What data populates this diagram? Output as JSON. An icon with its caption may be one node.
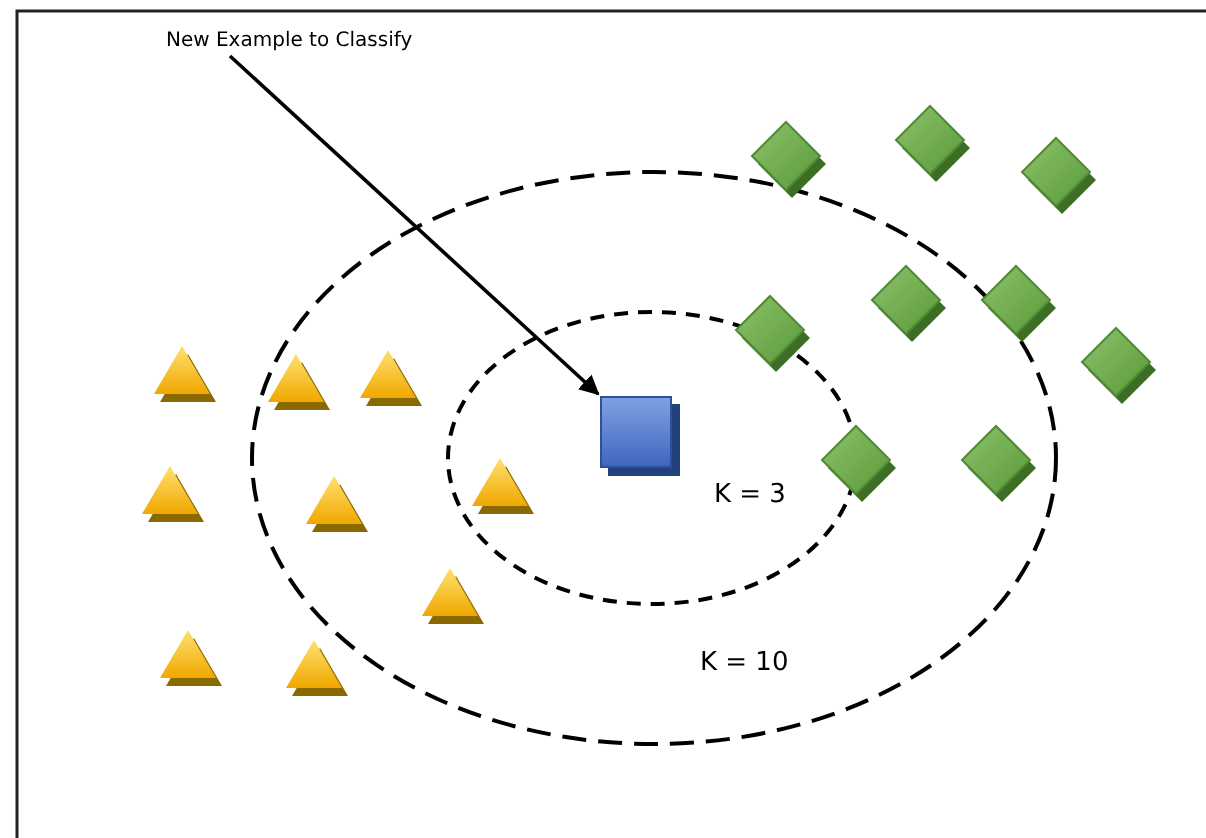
{
  "diagram": {
    "nodes": [
      {
        "text": [
          "New Example to Classify"
        ]
      },
      {
        "text": [],
        "shape": "box"
      }
    ],
    "edges": [
      {
        "from": 0,
        "to": 1,
        "arrow": "to"
      }
    ],
    "labels": [
      "K = 3",
      "K = 10"
    ]
  }
}
